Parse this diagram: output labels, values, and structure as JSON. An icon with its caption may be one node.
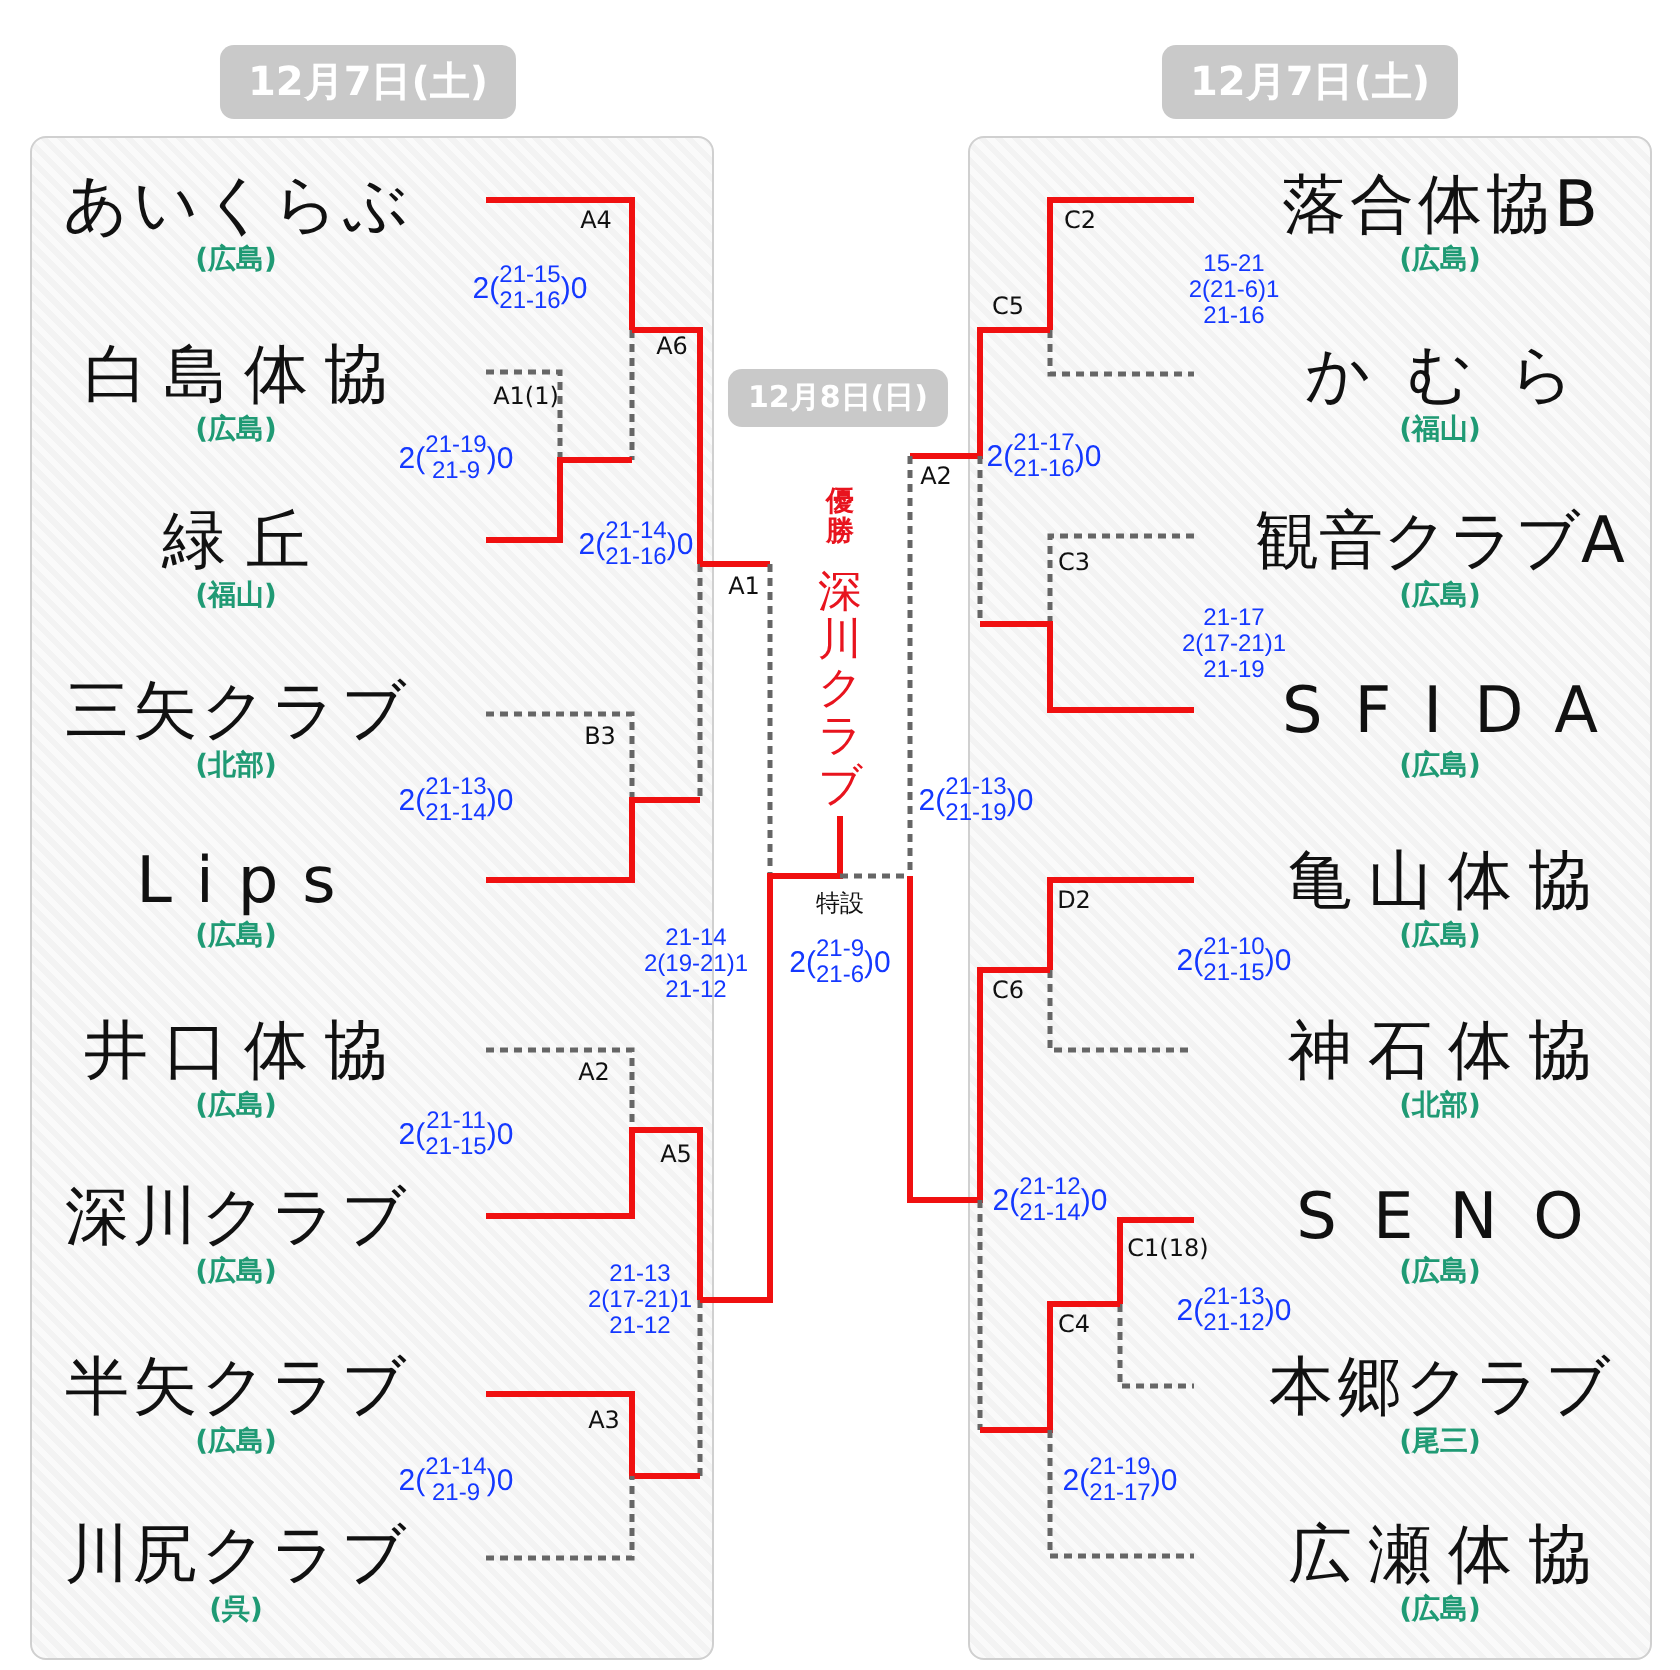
{
  "diagram": {
    "nodes": [
      {
        "text": [
          "あいくらぶ",
          "(広島)"
        ]
      },
      {
        "text": [
          "白島体協",
          "(広島)"
        ]
      },
      {
        "text": [
          "緑 丘",
          "(福山)"
        ]
      },
      {
        "text": [
          "三矢クラブ",
          "(北部)"
        ]
      },
      {
        "text": [
          "Lips",
          "(広島)"
        ]
      },
      {
        "text": [
          "井口体協",
          "(広島)"
        ]
      },
      {
        "text": [
          "深川クラブ",
          "(広島)"
        ]
      },
      {
        "text": [
          "半矢クラブ",
          "(広島)"
        ]
      },
      {
        "text": [
          "川尻クラブ",
          "(呉)"
        ]
      },
      {
        "text": [
          "落合体協B",
          "(広島)"
        ]
      },
      {
        "text": [
          "かむら",
          "(福山)"
        ]
      },
      {
        "text": [
          "観音クラブA",
          "(広島)"
        ]
      },
      {
        "text": [
          "SFIDA",
          "(広島)"
        ]
      },
      {
        "text": [
          "亀山体協",
          "(広島)"
        ]
      },
      {
        "text": [
          "神石体協",
          "(北部)"
        ]
      },
      {
        "text": [
          "SENO",
          "(広島)"
        ]
      },
      {
        "text": [
          "本郷クラブ",
          "(尾三)"
        ]
      },
      {
        "text": [
          "広瀬体協",
          "(広島)"
        ]
      },
      {
        "text": [
          "優勝",
          "深川クラブ"
        ]
      }
    ],
    "labels": [
      "12月7日(土)",
      "12月7日(土)",
      "A4",
      "C2",
      "2(21-15 21-16)0",
      "C5",
      "15-21 2(21-6)1 21-16",
      "A6",
      "A1(1)",
      "12月8日(日)",
      "2(21-19 21-9)0",
      "2(21-17 21-16)0",
      "A2",
      "2(21-14 21-16)0",
      "A1",
      "C3",
      "21-17 2(17-21)1 21-19",
      "B3",
      "2(21-13 21-14)0",
      "2(21-13 21-19)0",
      "特設",
      "D2",
      "2(21-9 21-6)0",
      "2(21-10 21-15)0",
      "21-14 2(19-21)1 21-12",
      "C6",
      "A2",
      "2(21-11 21-15)0",
      "A5",
      "2(21-12 21-14)0",
      "C1(18)",
      "21-13 2(17-21)1 21-12",
      "2(21-13 21-12)0",
      "C4",
      "A3",
      "2(21-14 21-9)0",
      "2(21-19 21-17)0"
    ]
  }
}
